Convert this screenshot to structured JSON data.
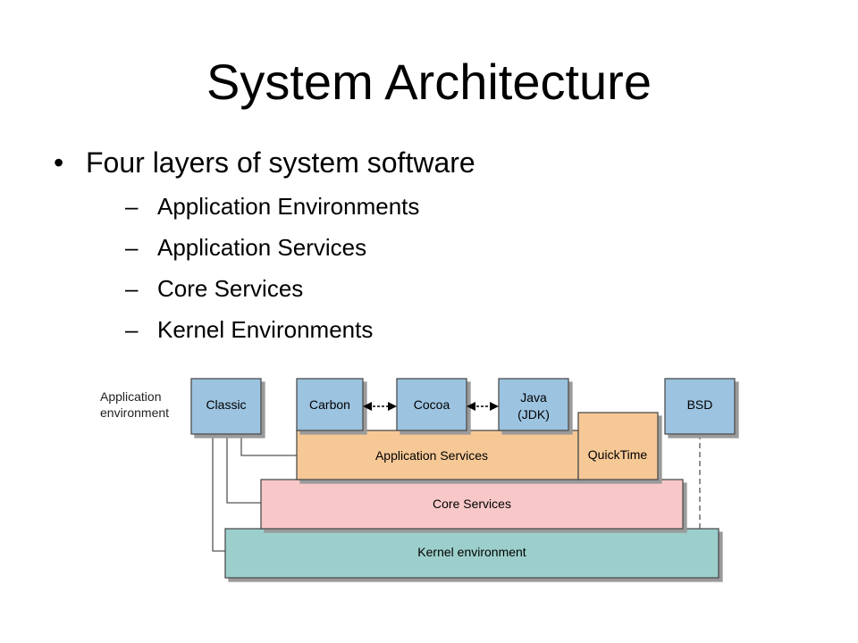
{
  "slide": {
    "title": "System Architecture",
    "bullet": "Four layers of system software",
    "sub_bullets": [
      "Application Environments",
      "Application Services",
      "Core Services",
      "Kernel Environments"
    ]
  },
  "diagram": {
    "side_label": [
      "Application",
      "environment"
    ],
    "boxes": {
      "classic": "Classic",
      "carbon": "Carbon",
      "cocoa": "Cocoa",
      "java": [
        "Java",
        "(JDK)"
      ],
      "bsd": "BSD",
      "quicktime": "QuickTime",
      "app_services": "Application Services",
      "core_services": "Core Services",
      "kernel": "Kernel environment"
    },
    "colors": {
      "app_env_blue": "#9cc3e0",
      "app_services": "#f6c896",
      "core_services": "#f8c8c8",
      "kernel": "#9ccfcb"
    }
  }
}
